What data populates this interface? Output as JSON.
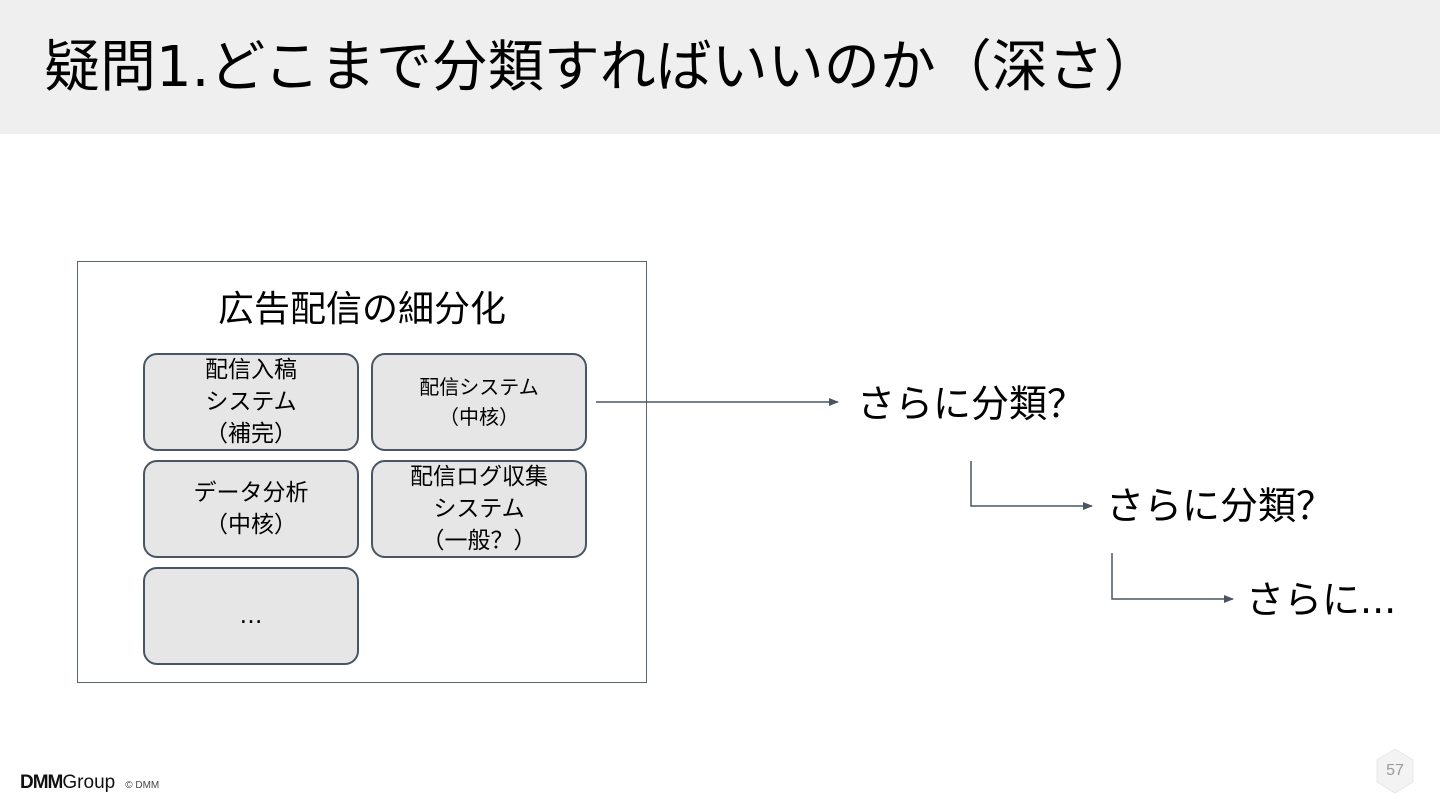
{
  "slide": {
    "title": "疑問1.どこまで分類すればいいのか（深さ）",
    "page_number": "57"
  },
  "diagram": {
    "box_title": "広告配信の細分化",
    "cells": [
      "配信入稿\nシステム\n（補完）",
      "配信システム\n（中核）",
      "データ分析\n（中核）",
      "配信ログ収集\nシステム\n（一般？）",
      "…"
    ],
    "steps": [
      "さらに分類？",
      "さらに分類？",
      "さらに..."
    ]
  },
  "footer": {
    "logo_dmm": "DMM",
    "logo_group": "Group",
    "copyright": "© DMM"
  },
  "colors": {
    "title_bar": "#efefef",
    "cell_fill": "#e6e6e6",
    "border": "#4a5563",
    "arrow": "#4a5563"
  }
}
